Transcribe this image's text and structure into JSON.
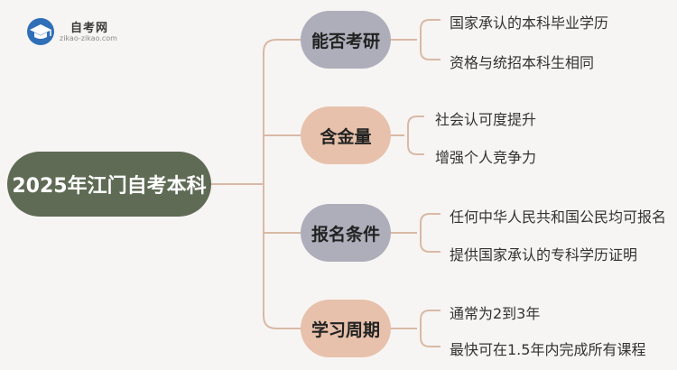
{
  "logo": {
    "title": "自考网",
    "url": "zikao-zikao.com",
    "icon": "graduation-cap-icon",
    "color": "#2f6fb8"
  },
  "root": {
    "label": "2025年江门自考本科",
    "color": "#5f6b55"
  },
  "line_color": "#d9b9a6",
  "branches": [
    {
      "label": "能否考研",
      "color": "#aeaebb",
      "leaves": [
        "国家承认的本科毕业学历",
        "资格与统招本科生相同"
      ]
    },
    {
      "label": "含金量",
      "color": "#e7c1ab",
      "leaves": [
        "社会认可度提升",
        "增强个人竞争力"
      ]
    },
    {
      "label": "报名条件",
      "color": "#aeaebb",
      "leaves": [
        "任何中华人民共和国公民均可报名",
        "提供国家承认的专科学历证明"
      ]
    },
    {
      "label": "学习周期",
      "color": "#e7c1ab",
      "leaves": [
        "通常为2到3年",
        "最快可在1.5年内完成所有课程"
      ]
    }
  ]
}
